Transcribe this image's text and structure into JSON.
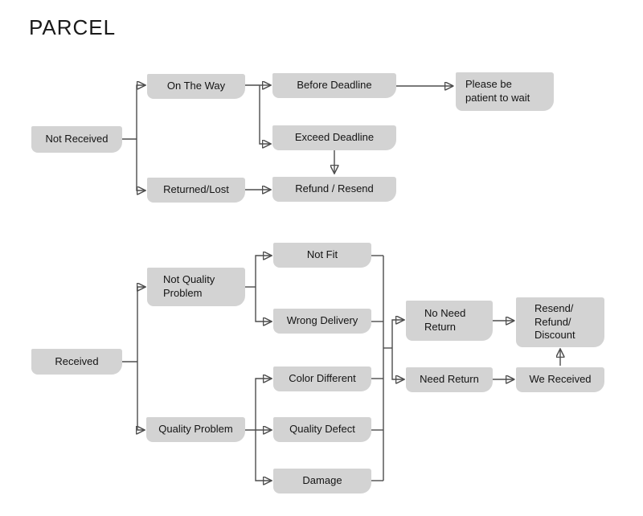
{
  "title": "PARCEL",
  "colors": {
    "background": "#ffffff",
    "box_fill": "#d3d3d3",
    "box_text": "#141414",
    "line": "#4d4d4d",
    "arrowhead": "#1a1a1a",
    "title_text": "#1a1a1a"
  },
  "nodes": {
    "not_received": {
      "label": "Not Received"
    },
    "on_the_way": {
      "label": "On The Way"
    },
    "returned_lost": {
      "label": "Returned/Lost"
    },
    "before_deadline": {
      "label": "Before Deadline"
    },
    "exceed_deadline": {
      "label": "Exceed Deadline"
    },
    "refund_resend": {
      "label": "Refund / Resend"
    },
    "please_wait": {
      "label": "Please be\npatient to wait"
    },
    "received": {
      "label": "Received"
    },
    "not_quality_problem": {
      "label": "Not Quality\nProblem"
    },
    "quality_problem": {
      "label": "Quality Problem"
    },
    "not_fit": {
      "label": "Not Fit"
    },
    "wrong_delivery": {
      "label": "Wrong Delivery"
    },
    "color_different": {
      "label": "Color Different"
    },
    "quality_defect": {
      "label": "Quality Defect"
    },
    "damage": {
      "label": "Damage"
    },
    "no_need_return": {
      "label": "No Need\nReturn"
    },
    "need_return": {
      "label": "Need Return"
    },
    "resend_refund_discount": {
      "label": "Resend/\nRefund/\nDiscount"
    },
    "we_received": {
      "label": "We Received"
    }
  },
  "edges": [
    {
      "from": "Not Received",
      "to": "On The Way"
    },
    {
      "from": "Not Received",
      "to": "Returned/Lost"
    },
    {
      "from": "On The Way",
      "to": "Before Deadline"
    },
    {
      "from": "On The Way",
      "to": "Exceed Deadline"
    },
    {
      "from": "Before Deadline",
      "to": "Please be patient to wait"
    },
    {
      "from": "Exceed Deadline",
      "to": "Refund / Resend"
    },
    {
      "from": "Returned/Lost",
      "to": "Refund / Resend"
    },
    {
      "from": "Received",
      "to": "Not Quality Problem"
    },
    {
      "from": "Received",
      "to": "Quality Problem"
    },
    {
      "from": "Not Quality Problem",
      "to": "Not Fit"
    },
    {
      "from": "Not Quality Problem",
      "to": "Wrong Delivery"
    },
    {
      "from": "Quality Problem",
      "to": "Color Different"
    },
    {
      "from": "Quality Problem",
      "to": "Quality Defect"
    },
    {
      "from": "Quality Problem",
      "to": "Damage"
    },
    {
      "from": [
        "Not Fit",
        "Wrong Delivery",
        "Color Different",
        "Quality Defect",
        "Damage"
      ],
      "to": [
        "No Need Return",
        "Need Return"
      ]
    },
    {
      "from": "No Need Return",
      "to": "Resend/Refund/Discount"
    },
    {
      "from": "Need Return",
      "to": "We Received"
    },
    {
      "from": "We Received",
      "to": "Resend/Refund/Discount"
    }
  ]
}
